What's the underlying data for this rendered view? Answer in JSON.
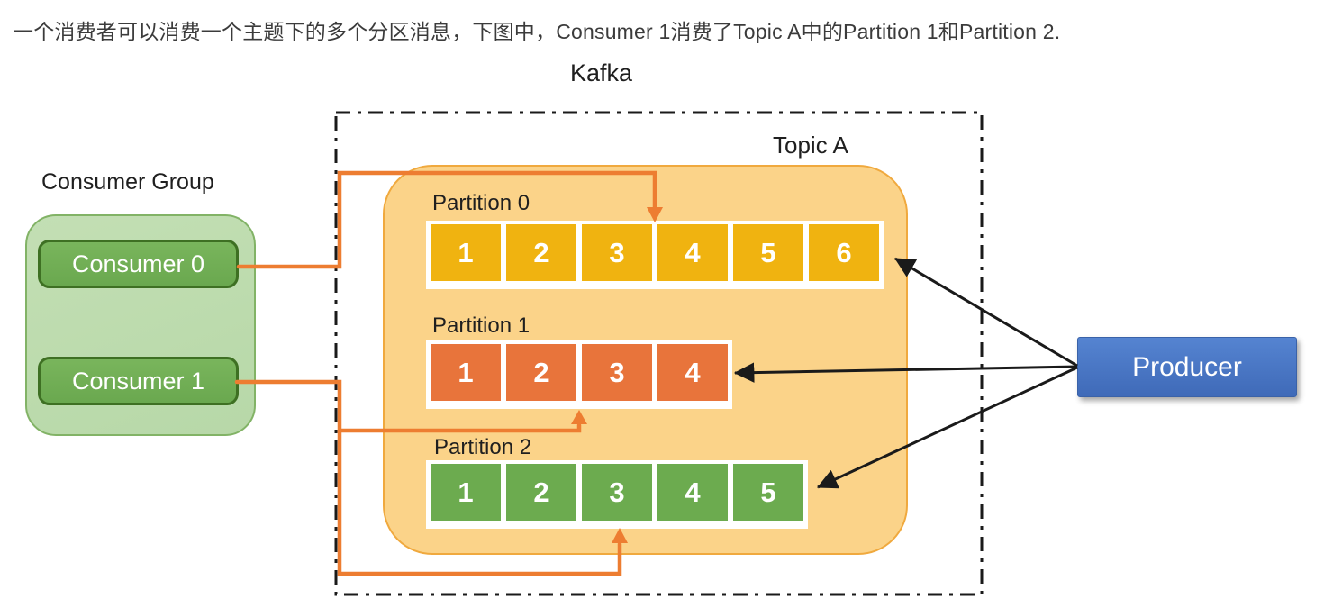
{
  "title": "一个消费者可以消费一个主题下的多个分区消息，下图中，Consumer 1消费了Topic A中的Partition 1和Partition 2.",
  "diagram": {
    "kafka_label": "Kafka",
    "topic_label": "Topic A",
    "producer_label": "Producer",
    "consumer_group": {
      "label": "Consumer Group",
      "consumers": [
        {
          "label": "Consumer 0"
        },
        {
          "label": "Consumer 1"
        }
      ]
    },
    "partitions": [
      {
        "label": "Partition 0",
        "cells": [
          "1",
          "2",
          "3",
          "4",
          "5",
          "6"
        ]
      },
      {
        "label": "Partition 1",
        "cells": [
          "1",
          "2",
          "3",
          "4"
        ]
      },
      {
        "label": "Partition 2",
        "cells": [
          "1",
          "2",
          "3",
          "4",
          "5"
        ]
      }
    ],
    "relations": {
      "consumer0_consumes": [
        "Partition 0"
      ],
      "consumer1_consumes": [
        "Partition 1",
        "Partition 2"
      ],
      "producer_writes_to": [
        "Partition 0",
        "Partition 1",
        "Partition 2"
      ]
    }
  },
  "colors": {
    "cell-yellow": "#F0B310",
    "cell-orange": "#E8743B",
    "cell-green": "#6CAB4F",
    "topic-fill": "#FBD389",
    "topic-border": "#F0A93E",
    "group-fill": "#B7D8A8",
    "group-border": "#82B366",
    "consumer-fill": "#6AA84F",
    "consumer-border": "#3E7023",
    "producer-fill": "#4472C4",
    "connector-orange": "#ED7D31",
    "arrow-black": "#1A1A1A"
  }
}
